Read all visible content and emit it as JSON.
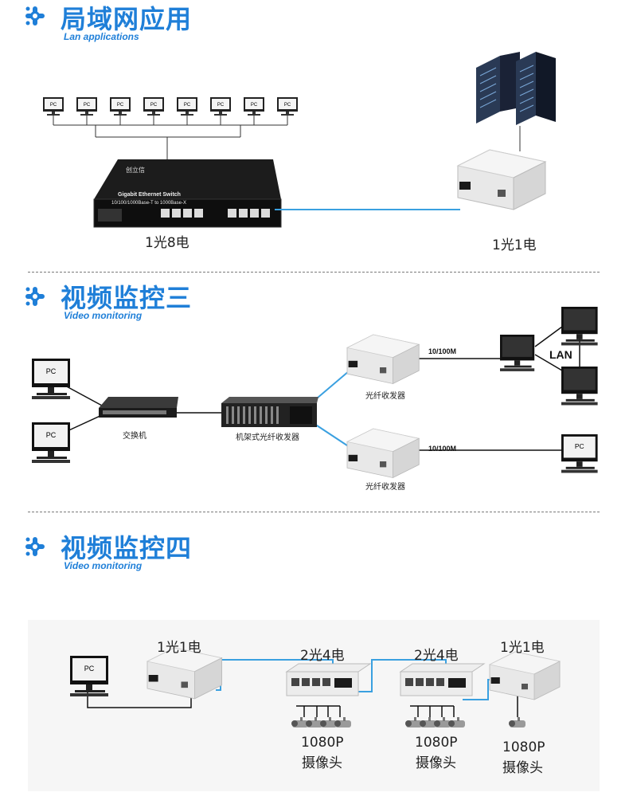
{
  "sections": [
    {
      "title_zh": "局域网应用",
      "title_en": "Lan applications"
    },
    {
      "title_zh": "视频监控三",
      "title_en": "Video monitoring"
    },
    {
      "title_zh": "视频监控四",
      "title_en": "Video monitoring"
    }
  ],
  "lan": {
    "pc_label": "PC",
    "switch_brand": "创立信",
    "switch_text1": "Gigabit Ethernet Switch",
    "switch_text2": "10/100/1000Base-T to 1000Base-X",
    "switch_label": "1光8电",
    "converter_label": "1光1电"
  },
  "video3": {
    "pc_label": "PC",
    "switch_label": "交换机",
    "rack_label": "机架式光纤收发器",
    "converter_top_label": "光纤收发器",
    "converter_bottom_label": "光纤收发器",
    "speed_top": "10/100M",
    "speed_bottom": "10/100M",
    "lan_label": "LAN"
  },
  "video4": {
    "pc_label": "PC",
    "conv1_label": "1光1电",
    "sw1_label": "2光4电",
    "sw2_label": "2光4电",
    "conv2_label": "1光1电",
    "cam1_res": "1080P",
    "cam1_label": "摄像头",
    "cam2_res": "1080P",
    "cam2_label": "摄像头",
    "cam3_res": "1080P",
    "cam3_label": "摄像头"
  },
  "colors": {
    "accent": "#1f7fd8",
    "fiber": "#3aa0e0",
    "cable": "#333333"
  }
}
